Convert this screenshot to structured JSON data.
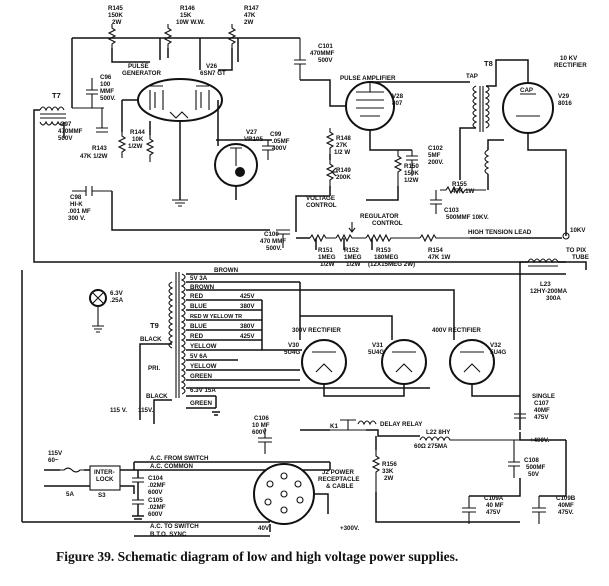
{
  "caption": {
    "prefix": "Figure 39.",
    "text": "Schematic diagram of low and high voltage power supplies."
  },
  "labels": {
    "r145": "R145",
    "r145v": "150K",
    "r145w": "2W",
    "r146": "R146",
    "r146v": "15K",
    "r146w": "10W W.W.",
    "r147": "R147",
    "r147v": "47K",
    "r147w": "2W",
    "t7": "T7",
    "c96": "C96",
    "c96v": "100",
    "c96u": "MMF",
    "c96k": "500V.",
    "c97": "C97",
    "c97v": "470MMF",
    "c97k": "500V",
    "r143": "R143",
    "r143v": "47K 1/2W",
    "r144": "R144",
    "r144v": "10K",
    "r144w": "1/2W",
    "pulse_gen_1": "PULSE",
    "pulse_gen_2": "GENERATOR",
    "v26": "V26",
    "v26t": "6SN7 GT",
    "v27": "V27",
    "v27t": "VR105",
    "c99": "C99",
    "c99v": ".05MF",
    "c99k": "400V",
    "c98": "C98",
    "c98a": "HI-K",
    "c98v": ".001 MF",
    "c98k": "300 V.",
    "c101": "C101",
    "c101v": "470MMF",
    "c101k": "500V",
    "pulse_amp": "PULSE AMPLIFIER",
    "v28": "V28",
    "v28t": "807",
    "tap": "TAP",
    "t8": "T8",
    "rect_10kv_1": "10 KV",
    "rect_10kv_2": "RECTIFIER",
    "cap": "CAP",
    "v29": "V29",
    "v29t": "8016",
    "r148": "R148",
    "r148v": "27K",
    "r148w": "1/2 W",
    "r149": "R149",
    "r149v": "200K",
    "voltage_control_1": "VOLTAGE",
    "voltage_control_2": "CONTROL",
    "c102": "C102",
    "c102v": "5MF",
    "c102k": "200V.",
    "r150": "R150",
    "r150v": "150K",
    "r150w": "1/2W",
    "r155": "R155",
    "r155v": "47K 1W",
    "c103": "C103",
    "c103v": "500MMF 10KV.",
    "c100": "C100",
    "c100v": "470 MMF",
    "c100k": "500V.",
    "regulator_control_1": "REGULATOR",
    "regulator_control_2": "CONTROL",
    "r151": "R151",
    "r151v": "1MEG",
    "r151w": "1/2W",
    "r152": "R152",
    "r152v": "1MEG",
    "r152w": "1/2W",
    "r153": "R153",
    "r153v": "180MEG",
    "r153w": "(12X15MEG 2W)",
    "r154": "R154",
    "r154v": "47K 1W",
    "high_tension": "HIGH TENSION LEAD",
    "kv10": "10KV",
    "to_pix_1": "TO PIX",
    "to_pix_2": "TUBE",
    "lamp_v": "6.3V",
    "lamp_a": ".25A",
    "t9": "T9",
    "black_top": "BLACK",
    "pri": "PRI.",
    "black_bottom": "BLACK",
    "v115_a": "115 V.",
    "v115_b": "115V.",
    "w_brown1": "BROWN",
    "w_5v3a": "5V 3A",
    "w_brown2": "BROWN",
    "w_red1": "RED",
    "w_blue1": "BLUE",
    "w_redyellow": "RED W YELLOW TR",
    "w_blue2": "BLUE",
    "w_red2": "RED",
    "w_yellow1": "YELLOW",
    "w_5v6a": "5V 6A",
    "w_yellow2": "YELLOW",
    "w_green1": "GREEN",
    "w_63v": "6.3V 15A",
    "w_green2": "GREEN",
    "v425a": "425V",
    "v380a": "380V",
    "v380b": "380V",
    "v425b": "425V",
    "l23": "L23",
    "l23v": "12HY-200MA",
    "l23o": "300A",
    "rect300": "300V RECTIFIER",
    "v30": "V30",
    "v30t": "5U4G",
    "v31": "V31",
    "v31t": "5U4G",
    "rect400": "400V RECTIFIER",
    "v32": "V32",
    "v32t": "5U4G",
    "single": "SINGLE",
    "c107": "C107",
    "c107v": "40MF",
    "c107k": "475V",
    "c106": "C106",
    "c106v": "10 MF",
    "c106k": "600V",
    "k1": "K1",
    "delay_relay": "DELAY RELAY",
    "v400": "+400V.",
    "l22": "L22 8HY",
    "l22v": "60Ω 275MA",
    "c108": "C108",
    "c108v": "500MF",
    "c108k": "50V",
    "v115_in": "115V",
    "hz60": "60~",
    "ac_from_switch": "A.C. FROM SWITCH",
    "ac_common": "A.C. COMMON",
    "fuse_5a": "5A",
    "interlock_1": "INTER-",
    "interlock_2": "LOCK",
    "s3": "S3",
    "c104": "C104",
    "c104v": ".02MF",
    "c104k": "600V",
    "c105": "C105",
    "c105v": ".02MF",
    "c105k": "600V",
    "j2_1": "J2 POWER",
    "j2_2": "RECEPTACLE",
    "j2_3": "& CABLE",
    "r156": "R156",
    "r156v": "33K",
    "r156w": "2W",
    "v40": "40V",
    "v300": "+300V.",
    "ac_to_switch": "A.C. TO SWITCH",
    "bto_sync": "B.T.O. SYNC",
    "c109a": "C109A",
    "c109av": "40 MF",
    "c109ak": "475V",
    "c109b": "C109B",
    "c109bv": "40MF",
    "c109bk": "475V."
  }
}
